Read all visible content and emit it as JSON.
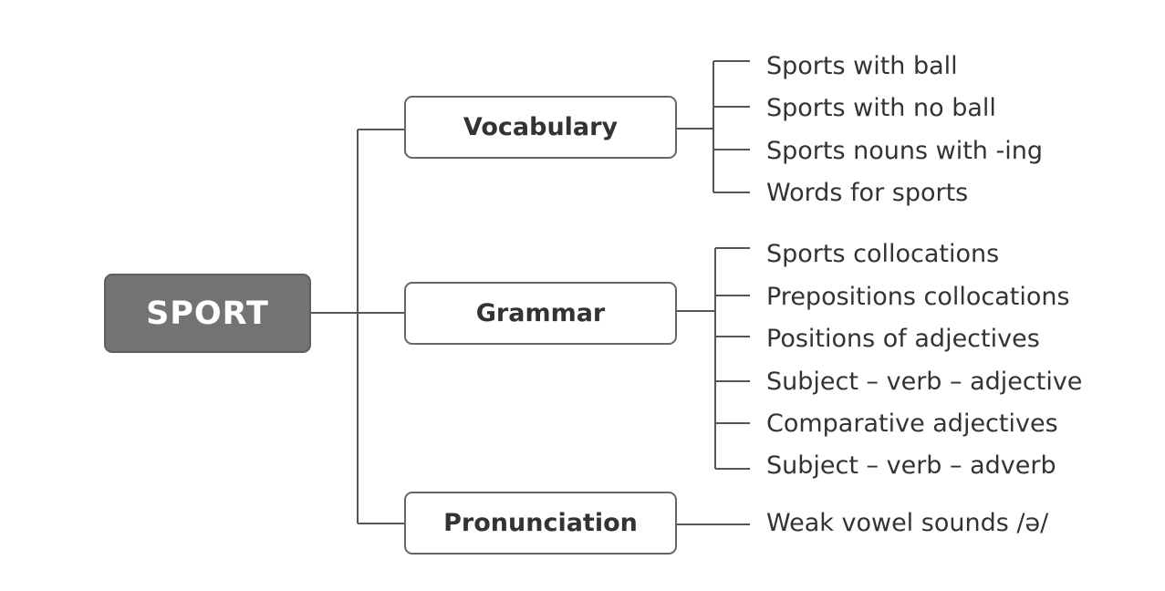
{
  "colors": {
    "root_fill": "#737373",
    "root_text": "#ffffff",
    "line": "#555555",
    "text": "#333333"
  },
  "root": {
    "label": "SPORT"
  },
  "branches": [
    {
      "label": "Vocabulary",
      "leaves": [
        "Sports with ball",
        "Sports with no ball",
        "Sports nouns with -ing",
        "Words for sports"
      ]
    },
    {
      "label": "Grammar",
      "leaves": [
        "Sports collocations",
        "Prepositions collocations",
        "Positions of adjectives",
        "Subject – verb – adjective",
        "Comparative adjectives",
        "Subject – verb – adverb"
      ]
    },
    {
      "label": "Pronunciation",
      "leaves": [
        "Weak vowel sounds /ə/"
      ]
    }
  ]
}
